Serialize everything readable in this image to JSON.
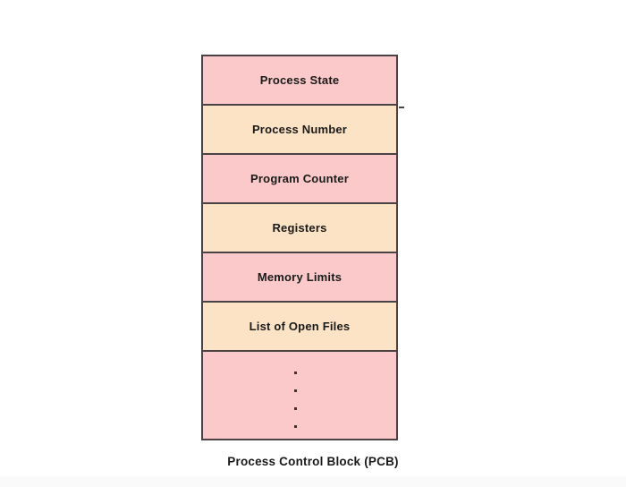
{
  "diagram": {
    "caption": "Process Control Block (PCB)",
    "colors": {
      "pink": "#fbc9c9",
      "cream": "#fce3c5",
      "border": "#4a4244",
      "text": "#1a1a1a",
      "background": "#ffffff",
      "bottom_strip": "#fafafb"
    },
    "rows": [
      {
        "label": "Process State",
        "fill": "pink"
      },
      {
        "label": "Process Number",
        "fill": "cream"
      },
      {
        "label": "Program Counter",
        "fill": "pink"
      },
      {
        "label": "Registers",
        "fill": "cream"
      },
      {
        "label": "Memory Limits",
        "fill": "pink"
      },
      {
        "label": "List of Open Files",
        "fill": "cream"
      }
    ],
    "ellipsis_row": {
      "fill": "pink",
      "dot_count": 4,
      "meaning": "additional PCB fields continue"
    }
  }
}
